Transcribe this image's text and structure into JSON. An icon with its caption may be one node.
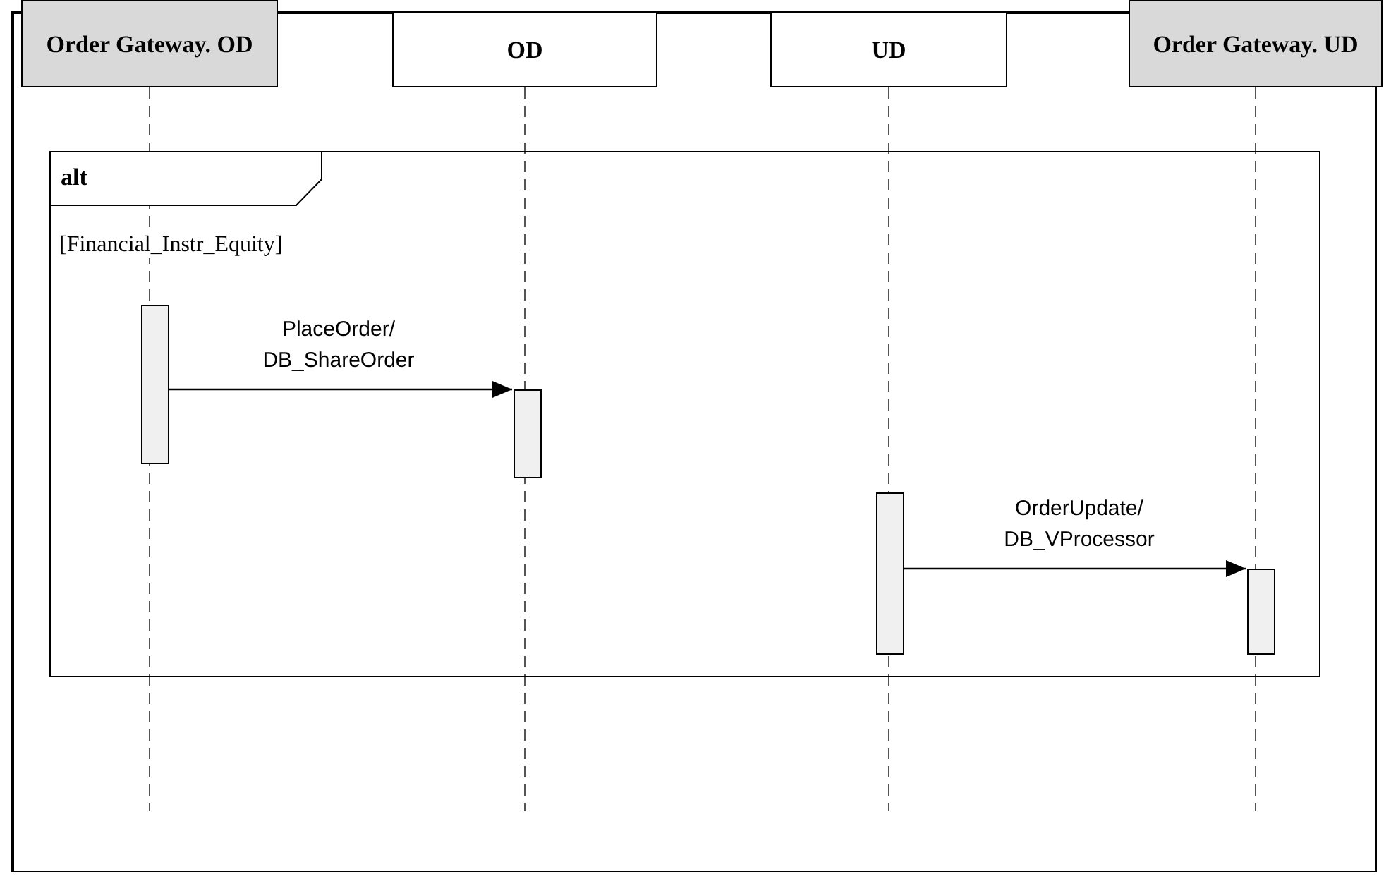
{
  "diagram": {
    "nodes": [
      {
        "text": [
          "Order Gateway. OD"
        ]
      },
      {
        "text": [
          "OD"
        ]
      },
      {
        "text": [
          "UD"
        ]
      },
      {
        "text": [
          "Order Gateway. UD"
        ]
      },
      {
        "text": [
          "alt",
          "[Financial_Instr_Equity]"
        ]
      },
      {
        "text": [],
        "shape": "bar",
        "in": 4
      },
      {
        "text": [],
        "shape": "bar",
        "in": 4
      },
      {
        "text": [],
        "shape": "bar",
        "in": 4
      },
      {
        "text": [],
        "shape": "bar",
        "in": 4
      }
    ],
    "edges": [
      {
        "from": 5,
        "to": 6,
        "arrow": "to",
        "label": "PlaceOrder/ DB_ShareOrder"
      },
      {
        "from": 7,
        "to": 8,
        "arrow": "to",
        "label": "OrderUpdate/ DB_VProcessor"
      }
    ]
  }
}
